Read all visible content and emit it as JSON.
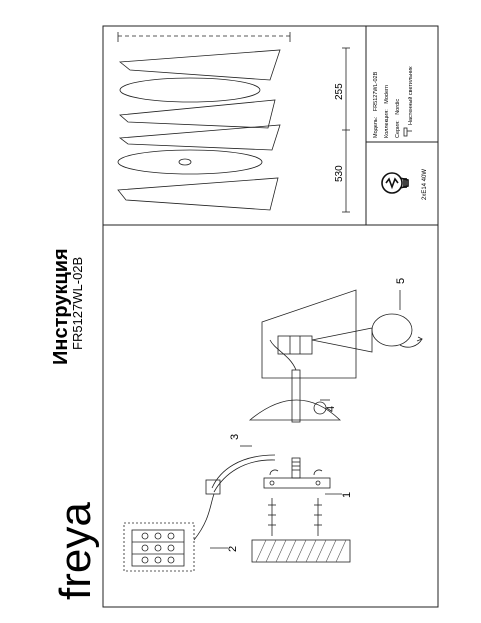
{
  "brand": "freya",
  "title": "Инструкция",
  "model_code": "FR5127WL-02B",
  "callouts": [
    "1",
    "2",
    "3",
    "4",
    "5"
  ],
  "dimensions": {
    "height_total": "530",
    "height_part": "255"
  },
  "specs": {
    "model_label": "Модель:",
    "model_value": "FR5127WL-02B",
    "collection_label": "Коллекция:",
    "collection_value": "Modern",
    "series_label": "Серия:",
    "series_value": "Nordic",
    "type_value": "Настенный светильник"
  },
  "lamp": "2xE14 40W",
  "colors": {
    "ink": "#000000",
    "line": "#222222",
    "hatch": "#555555",
    "bg": "#ffffff"
  }
}
